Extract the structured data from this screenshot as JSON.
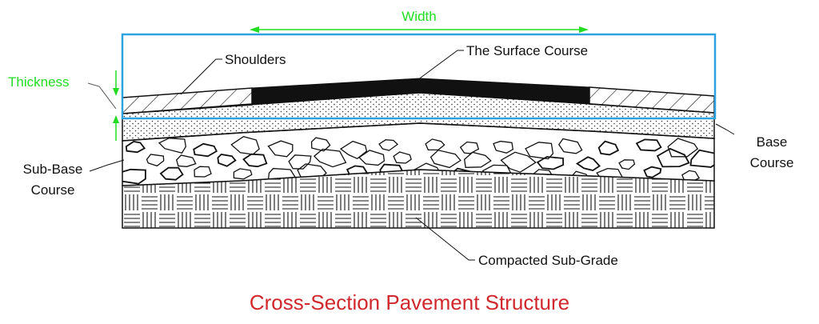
{
  "diagram": {
    "caption": "Cross-Section Pavement Structure",
    "dimensions": {
      "width": "Width",
      "thickness": "Thickness"
    },
    "labels": {
      "shoulders": "Shoulders",
      "surface_course": "The Surface Course",
      "base_course_1": "Base",
      "base_course_2": "Course",
      "subbase_course_1": "Sub-Base",
      "subbase_course_2": "Course",
      "subgrade": "Compacted Sub-Grade"
    },
    "colors": {
      "dimension": "#22dd22",
      "frame": "#2aa3e0",
      "caption": "#d0282c",
      "surface": "#111111",
      "line": "#111111"
    }
  }
}
